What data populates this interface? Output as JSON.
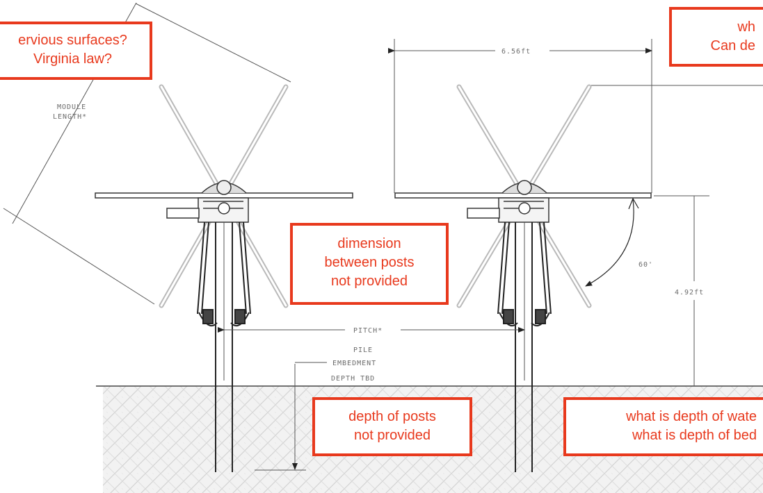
{
  "dimensions": {
    "module_width": "6.56ft",
    "height": "4.92ft",
    "tilt_angle": "60'",
    "module_length_line1": "MODULE",
    "module_length_line2": "LENGTH*",
    "pitch": "PITCH*",
    "pile_line1": "PILE",
    "pile_line2": "EMBEDMENT",
    "pile_line3": "DEPTH TBD"
  },
  "callouts": {
    "impervious_line1": "ervious surfaces?",
    "impervious_line2": "Virginia law?",
    "top_right_line1": "wh",
    "top_right_line2": "Can de",
    "dimension_line1": "dimension",
    "dimension_line2": "between posts",
    "dimension_line3": "not provided",
    "depth_posts_line1": "depth of posts",
    "depth_posts_line2": "not provided",
    "water_line1": "what is depth of wate",
    "water_line2": "what is depth of bed"
  },
  "colors": {
    "callout_red": "#e8391d",
    "line_gray": "#555555",
    "ground_fill": "#f1f1f1"
  }
}
